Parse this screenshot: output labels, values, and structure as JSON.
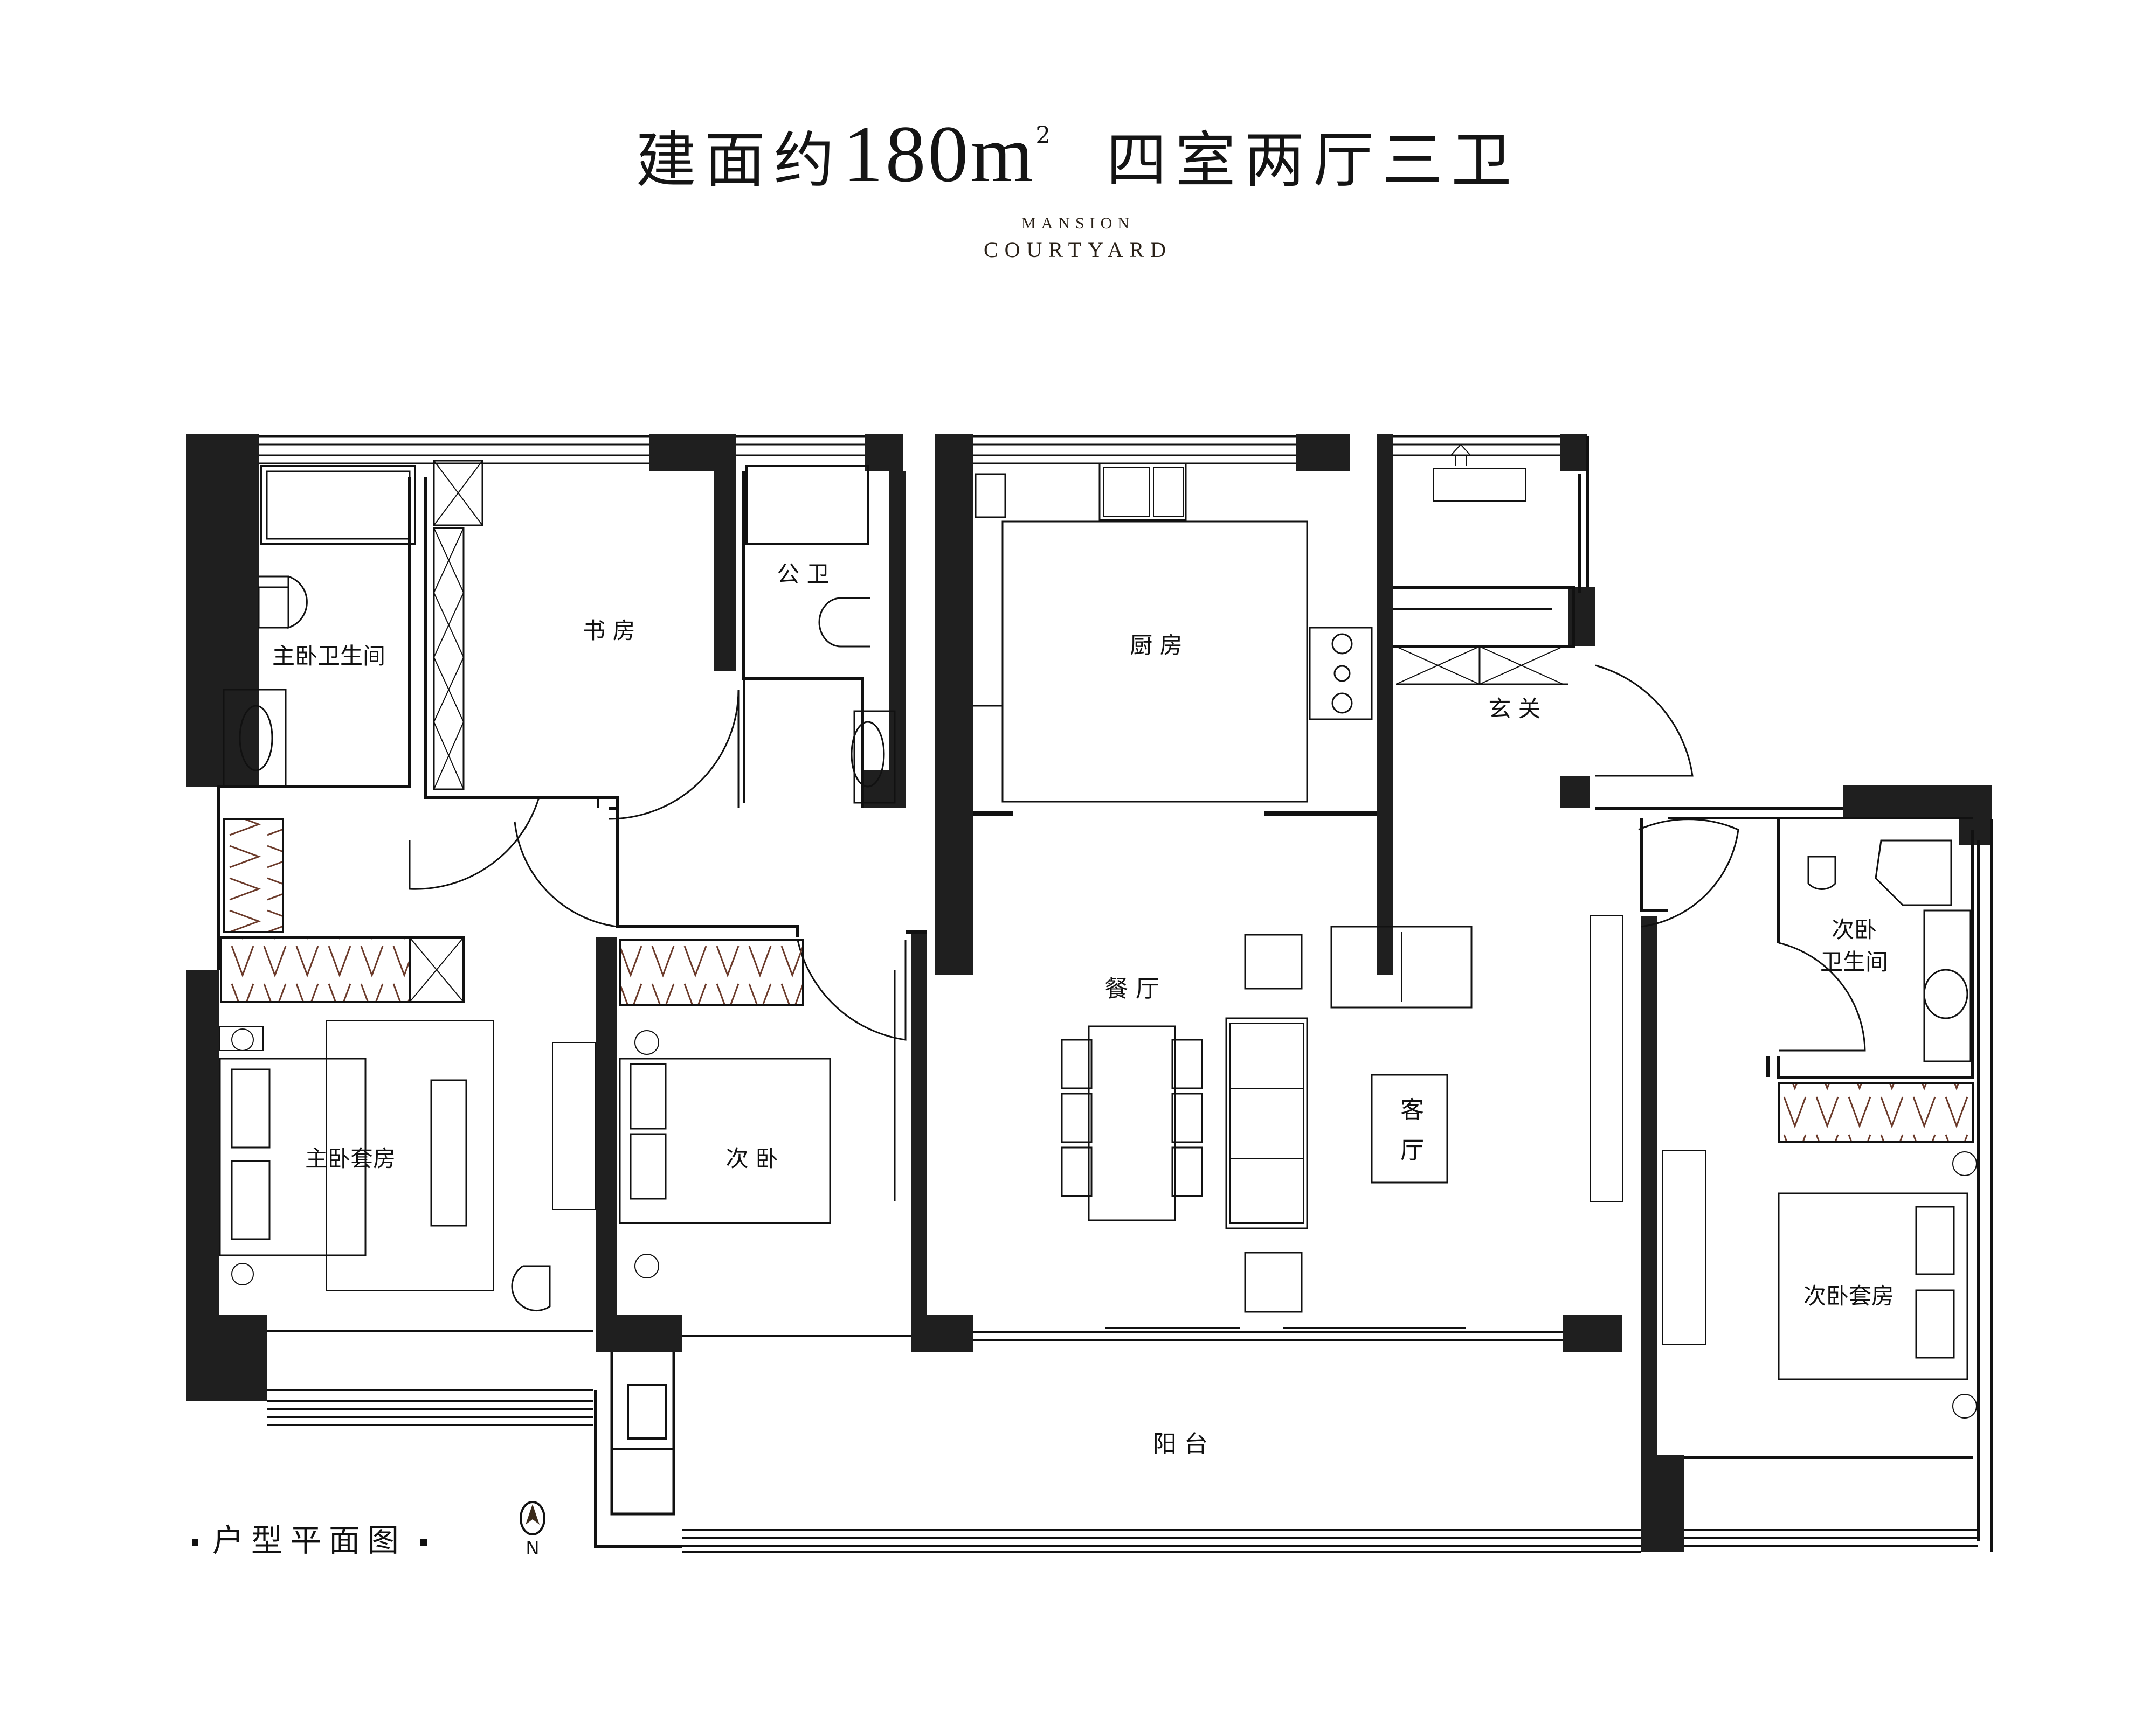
{
  "header": {
    "title_prefix": "建面约",
    "area_number": "180",
    "area_unit": "m",
    "area_unit_sup": "2",
    "title_suffix": "四室两厅三卫"
  },
  "logo": {
    "line1": "MANSION",
    "line2": "COURTYARD",
    "color": "#2a2118"
  },
  "floorplan": {
    "wall_color": "#1f1f1f",
    "line_color": "#111111",
    "rooms": [
      {
        "id": "master-bath",
        "label": "主卧卫生间"
      },
      {
        "id": "study",
        "label": "书 房"
      },
      {
        "id": "public-bath",
        "label": "公 卫"
      },
      {
        "id": "kitchen",
        "label": "厨 房"
      },
      {
        "id": "foyer",
        "label": "玄 关"
      },
      {
        "id": "dining",
        "label": "餐 厅"
      },
      {
        "id": "living",
        "label_line1": "客",
        "label_line2": "厅"
      },
      {
        "id": "master-suite",
        "label": "主卧套房"
      },
      {
        "id": "second-bedroom",
        "label": "次 卧"
      },
      {
        "id": "second-suite-bath",
        "label_line1": "次卧",
        "label_line2": "卫生间"
      },
      {
        "id": "second-suite",
        "label": "次卧套房"
      },
      {
        "id": "balcony",
        "label": "阳 台"
      }
    ]
  },
  "legend": {
    "label": "户型平面图",
    "north_label": "N"
  }
}
